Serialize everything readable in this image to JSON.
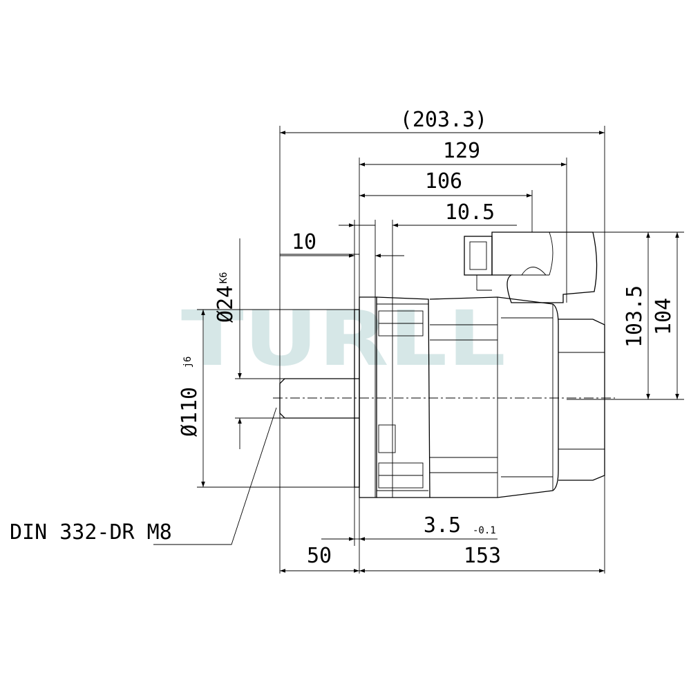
{
  "watermark": "TURLL",
  "dimensions": {
    "overall": "(203.3)",
    "d129": "129",
    "d106": "106",
    "d10_5": "10.5",
    "d10": "10",
    "d3_5": "3.5",
    "d3_5_tol": "-0.1",
    "d50": "50",
    "d153": "153",
    "d103_5": "103.5",
    "d104": "104",
    "shaft_dia": "Ø24",
    "shaft_fit": "K6",
    "flange_dia": "Ø110",
    "flange_fit": "j6"
  },
  "callout": "DIN 332-DR M8"
}
